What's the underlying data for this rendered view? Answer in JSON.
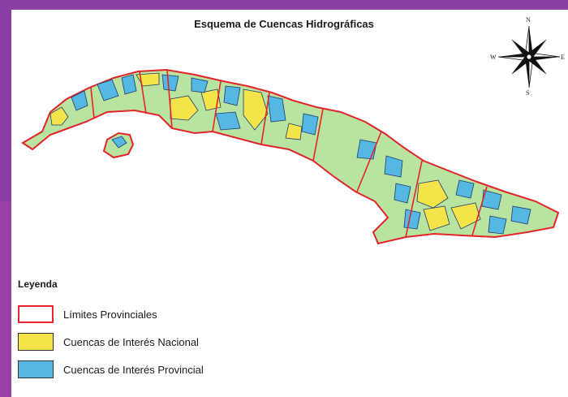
{
  "map": {
    "title": "Esquema de Cuencas Hidrográficas",
    "colors": {
      "island": "#b9e3a0",
      "province_border": "#e3242b",
      "national_basins": "#f5e34a",
      "provincial_basins": "#56b6e4",
      "basin_outline": "#1f3a6e"
    }
  },
  "compass": {
    "north": "N",
    "south": "S",
    "east": "E",
    "west": "W"
  },
  "legend": {
    "title": "Leyenda",
    "items": [
      {
        "label": "Límites Provinciales",
        "fill": "#ffffff",
        "border": "#e3242b"
      },
      {
        "label": "Cuencas de Interés Nacional",
        "fill": "#f5e34a",
        "border": "#333333"
      },
      {
        "label": "Cuencas de Interés Provincial",
        "fill": "#56b6e4",
        "border": "#333333"
      }
    ]
  }
}
